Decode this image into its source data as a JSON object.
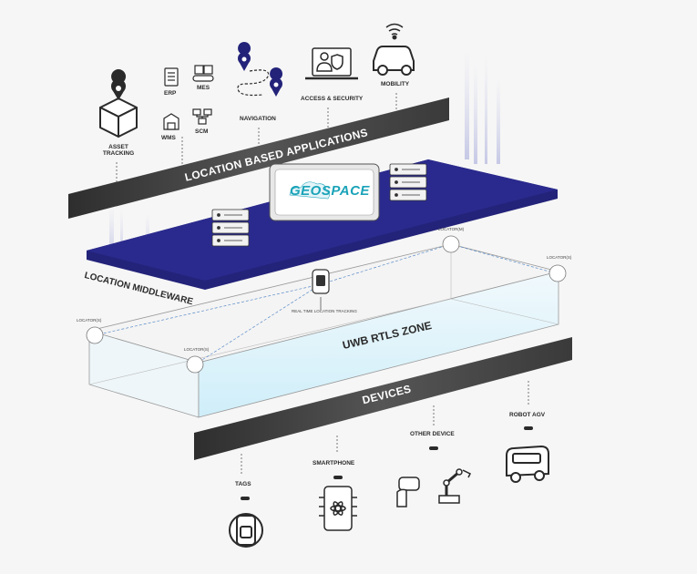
{
  "apps": {
    "band_title": "LOCATION BASED APPLICATIONS",
    "asset_tracking": "ASSET\nTRACKING",
    "erp": "ERP",
    "mes": "MES",
    "wms": "WMS",
    "scm": "SCM",
    "navigation": "NAVIGATION",
    "access_security": "ACCESS & SECURITY",
    "mobility": "MOBILITY"
  },
  "middleware": {
    "title": "LOCATION MIDDLEWARE",
    "logo_text": "GEOSPACE"
  },
  "zone": {
    "title": "UWB RTLS ZONE",
    "rtls_label": "REAL TIME LOCATION TRACKING",
    "locators": [
      "LOCATOR(M)",
      "LOCATOR(S)",
      "LOCATOR(S)",
      "LOCATOR(S)"
    ]
  },
  "devices": {
    "band_title": "DEVICES",
    "tags": "TAGS",
    "smartphone": "SMARTPHONE",
    "other_device": "OTHER DEVICE",
    "robot_agv": "ROBOT AGV"
  },
  "colors": {
    "band": "#3d3d3d",
    "middleware_navy": "#23237a",
    "zone_fill": "#dff3fb",
    "logo_teal": "#1aa3b8"
  }
}
